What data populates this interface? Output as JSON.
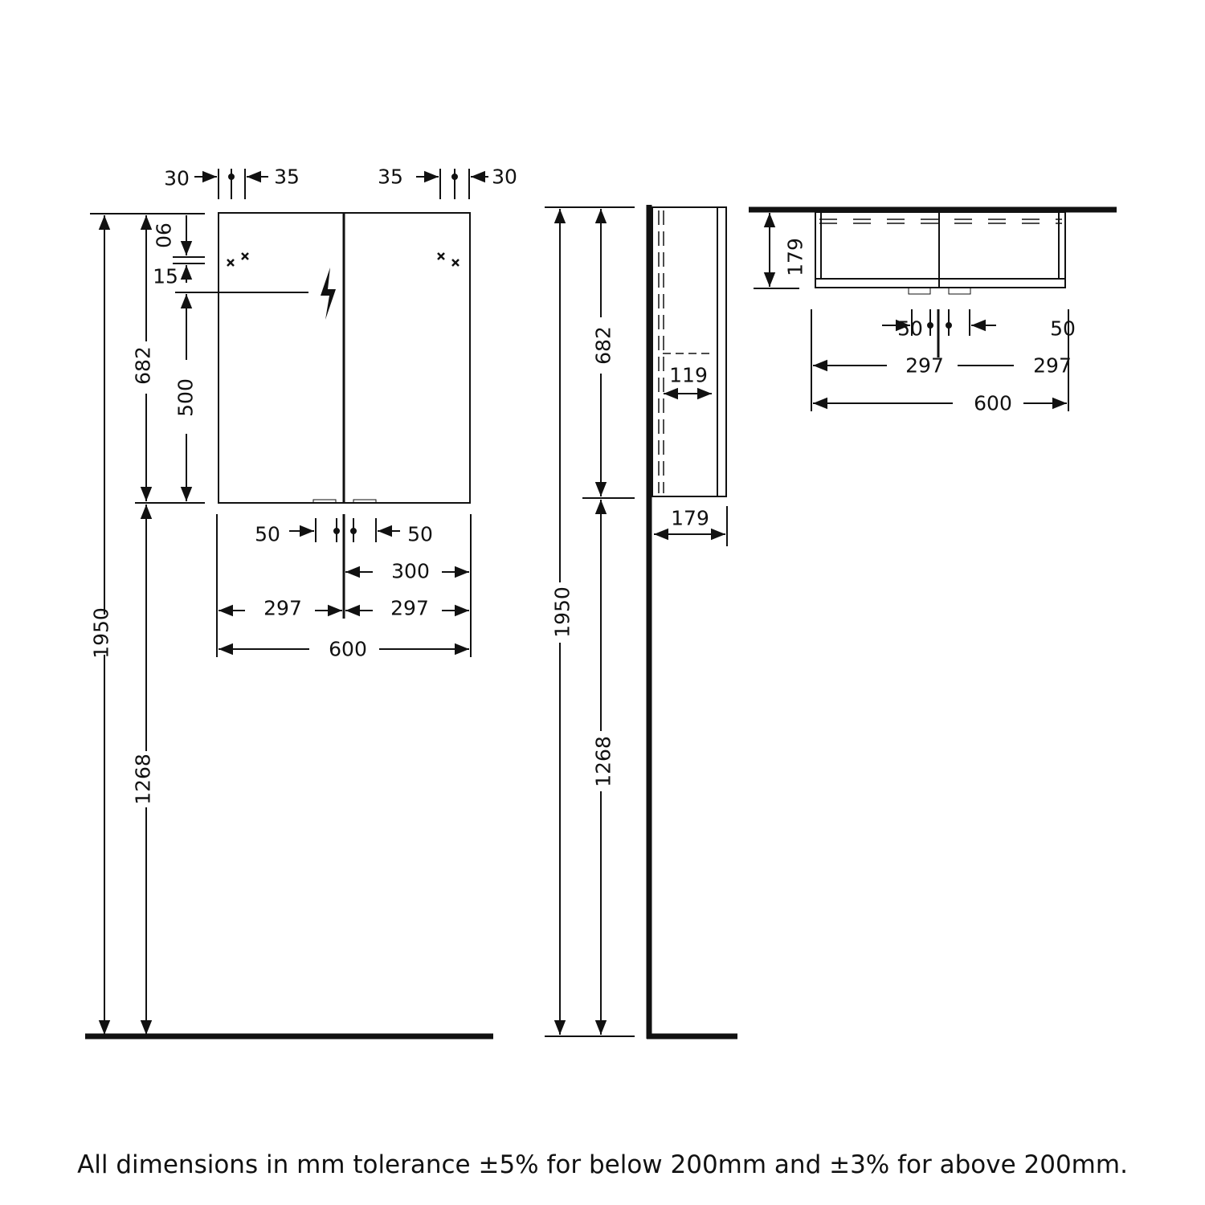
{
  "front_view": {
    "hinge_left_edge": "30",
    "hinge_left_offset": "35",
    "hinge_right_offset": "35",
    "hinge_right_edge": "30",
    "top_to_hole": "90",
    "hole_spacing": "15",
    "cabinet_height": "682",
    "socket_height": "500",
    "total_height": "1950",
    "floor_clearance": "1268",
    "handle_left": "50",
    "handle_right": "50",
    "half_width": "300",
    "door_left_width": "297",
    "door_right_width": "297",
    "total_width": "600"
  },
  "side_view": {
    "cabinet_height": "682",
    "inner_depth": "119",
    "depth": "179",
    "total_height": "1950",
    "floor_clearance": "1268"
  },
  "top_view": {
    "depth": "179",
    "handle_left": "50",
    "handle_right": "50",
    "door_left_width": "297",
    "door_right_width": "297",
    "total_width": "600"
  },
  "footer_note": "All dimensions in mm tolerance ±5% for below 200mm and ±3% for above 200mm."
}
